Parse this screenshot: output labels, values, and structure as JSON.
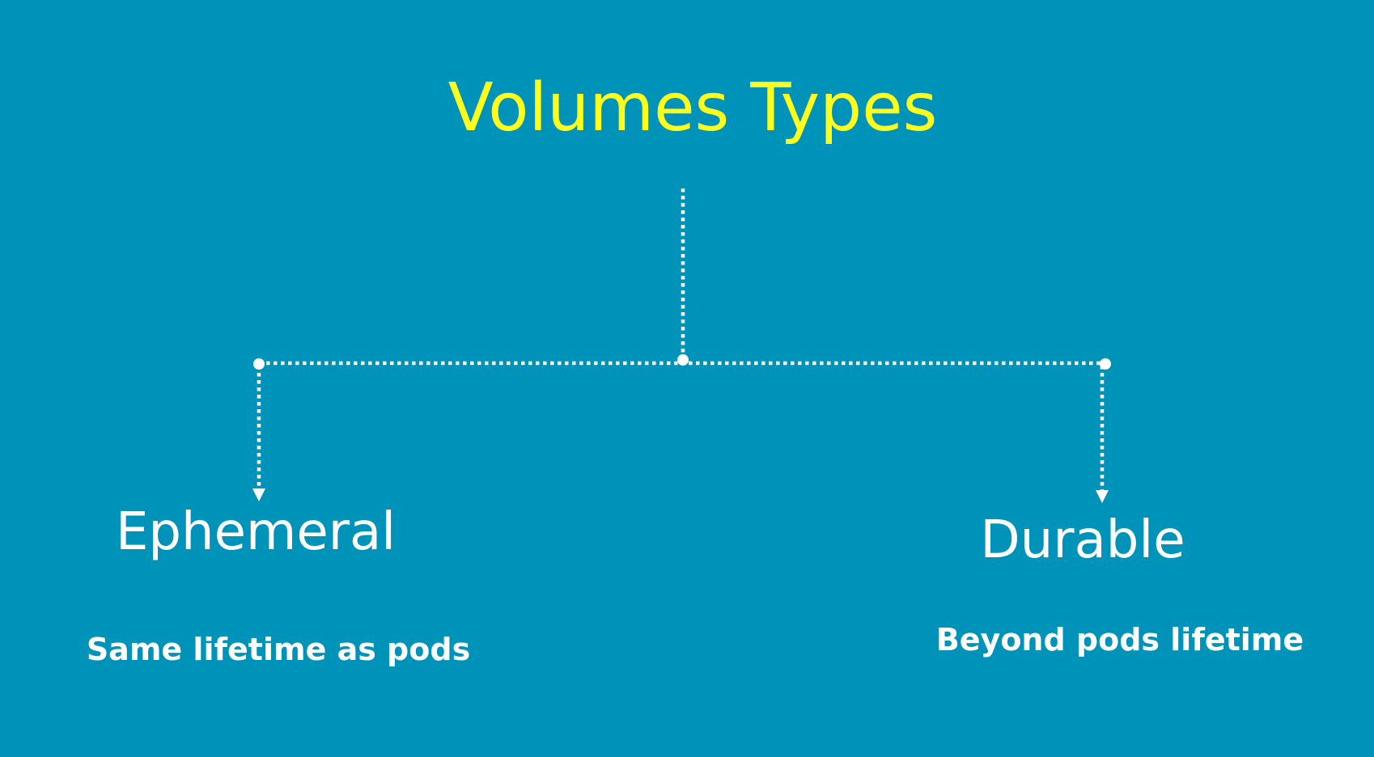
{
  "colors": {
    "background": "#0093b9",
    "title": "#ffff1e",
    "text": "#ffffff",
    "connector": "#ffffff"
  },
  "diagram": {
    "title": "Volumes Types",
    "branches": [
      {
        "label": "Ephemeral",
        "description": "Same lifetime as pods"
      },
      {
        "label": "Durable",
        "description": "Beyond pods lifetime"
      }
    ]
  }
}
